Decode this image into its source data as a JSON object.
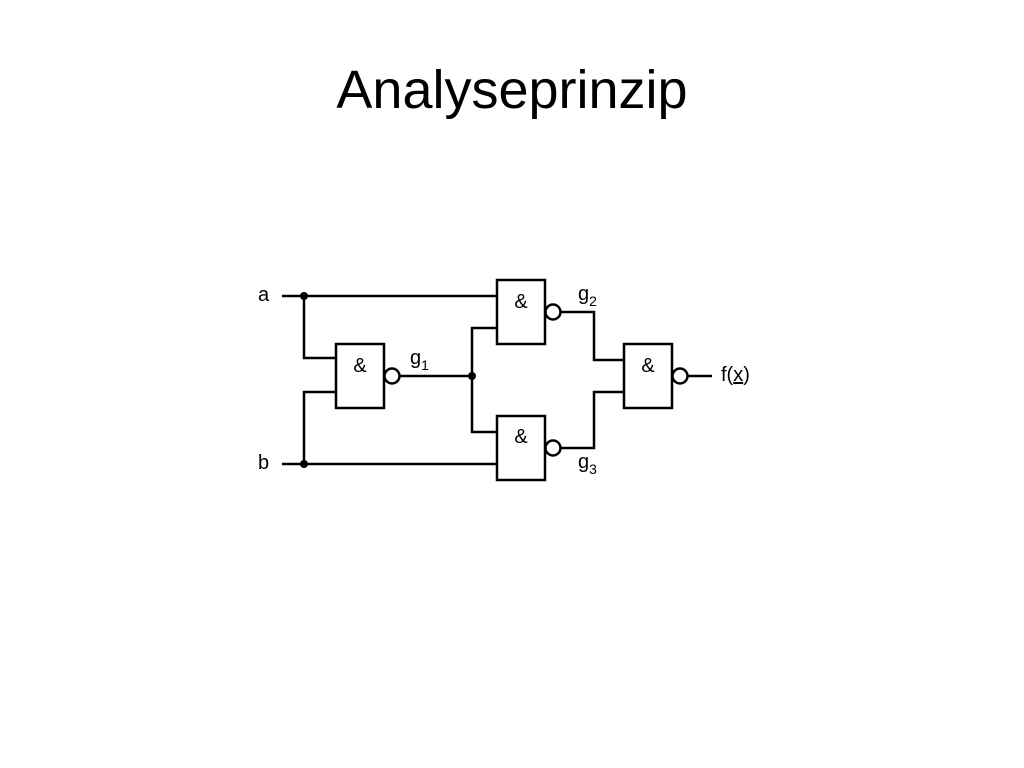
{
  "slide": {
    "title": "Analyseprinzip"
  },
  "circuit": {
    "inputs": {
      "a": "a",
      "b": "b"
    },
    "gates": [
      {
        "id": "g1",
        "symbol": "&",
        "type": "NAND"
      },
      {
        "id": "g2",
        "symbol": "&",
        "type": "NAND"
      },
      {
        "id": "g3",
        "symbol": "&",
        "type": "NAND"
      },
      {
        "id": "out",
        "symbol": "&",
        "type": "NAND"
      }
    ],
    "signals": {
      "g1": {
        "base": "g",
        "sub": "1"
      },
      "g2": {
        "base": "g",
        "sub": "2"
      },
      "g3": {
        "base": "g",
        "sub": "3"
      }
    },
    "output": {
      "prefix": "f(",
      "var": "x",
      "suffix": ")"
    }
  }
}
